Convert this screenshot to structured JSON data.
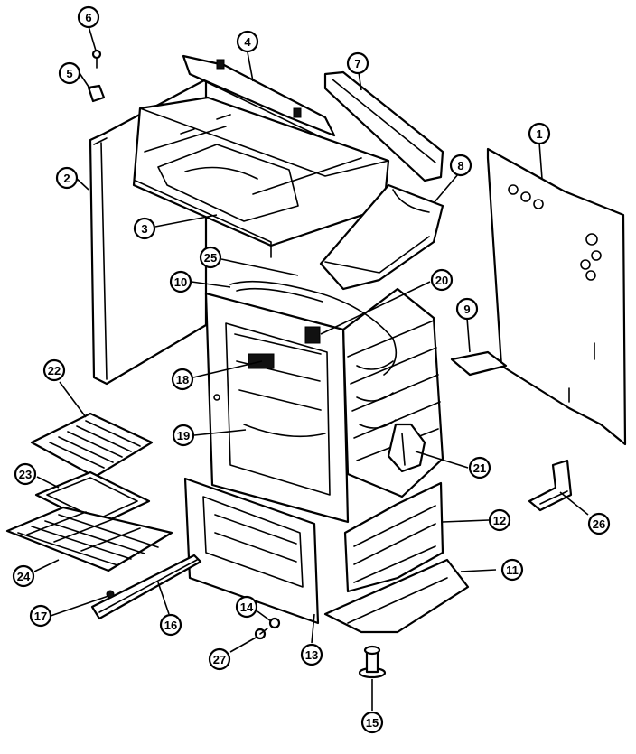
{
  "diagram": {
    "callouts": [
      {
        "label": "1"
      },
      {
        "label": "2"
      },
      {
        "label": "3"
      },
      {
        "label": "4"
      },
      {
        "label": "5"
      },
      {
        "label": "6"
      },
      {
        "label": "7"
      },
      {
        "label": "8"
      },
      {
        "label": "9"
      },
      {
        "label": "10"
      },
      {
        "label": "11"
      },
      {
        "label": "12"
      },
      {
        "label": "13"
      },
      {
        "label": "14"
      },
      {
        "label": "15"
      },
      {
        "label": "16"
      },
      {
        "label": "17"
      },
      {
        "label": "18"
      },
      {
        "label": "19"
      },
      {
        "label": "20"
      },
      {
        "label": "21"
      },
      {
        "label": "22"
      },
      {
        "label": "23"
      },
      {
        "label": "24"
      },
      {
        "label": "25"
      },
      {
        "label": "26"
      },
      {
        "label": "27"
      }
    ]
  }
}
